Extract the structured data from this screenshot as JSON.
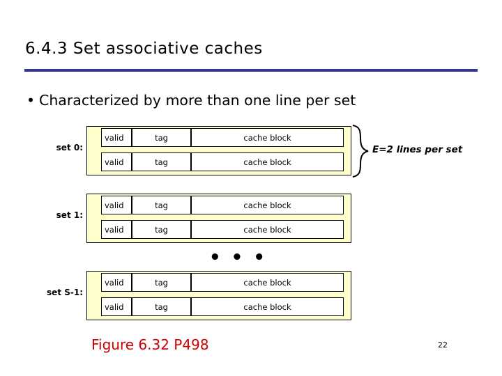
{
  "slide": {
    "title": "6.4.3 Set associative caches",
    "bullet": "Characterized by more than one line per set",
    "bullet_marker": "•",
    "ellipsis": "• • •",
    "e_label": "E=2 lines per set",
    "figure_caption": "Figure 6.32  P498",
    "page_number": "22",
    "colors": {
      "rule": "#333399",
      "set_box": "#ffffcc",
      "caption": "#cc0000",
      "cell": "#ffffff",
      "border": "#000000"
    }
  },
  "columns": {
    "valid": "valid",
    "tag": "tag",
    "block": "cache block"
  },
  "sets": [
    {
      "label": "set 0:",
      "lines": [
        {
          "valid": "valid",
          "tag": "tag",
          "block": "cache block"
        },
        {
          "valid": "valid",
          "tag": "tag",
          "block": "cache block"
        }
      ]
    },
    {
      "label": "set 1:",
      "lines": [
        {
          "valid": "valid",
          "tag": "tag",
          "block": "cache block"
        },
        {
          "valid": "valid",
          "tag": "tag",
          "block": "cache block"
        }
      ]
    },
    {
      "label": "set S-1:",
      "lines": [
        {
          "valid": "valid",
          "tag": "tag",
          "block": "cache block"
        },
        {
          "valid": "valid",
          "tag": "tag",
          "block": "cache block"
        }
      ]
    }
  ]
}
